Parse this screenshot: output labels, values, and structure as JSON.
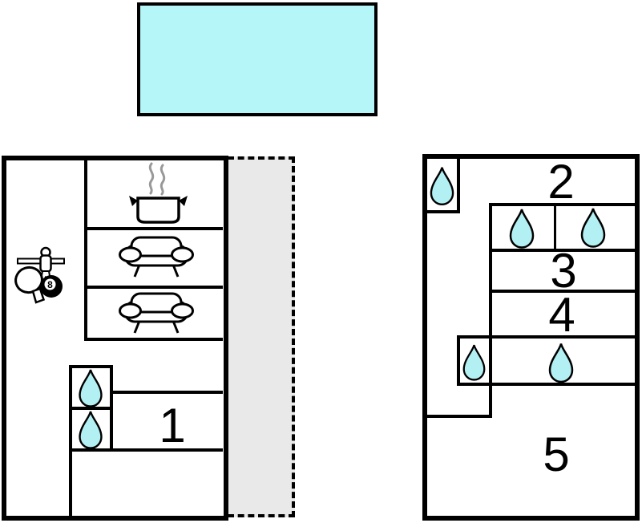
{
  "diagram": {
    "type": "floor-plan",
    "floors": 2
  },
  "colors": {
    "background": "#ffffff",
    "wall": "#000000",
    "pool": "#b5f7f9",
    "water": "#b3f0f4",
    "terrace_fill": "#e9e9e9",
    "steam": "#999999"
  },
  "rooms": {
    "r1": {
      "label": "1"
    },
    "r2": {
      "label": "2"
    },
    "r3": {
      "label": "3"
    },
    "r4": {
      "label": "4"
    },
    "r5": {
      "label": "5"
    }
  },
  "billiard_ball_text": "8",
  "icons": {
    "pool": "swimming-pool",
    "terrace": "terrace-dashed-area",
    "pot": "cooking-pot-icon",
    "sofa": "sofa-icon",
    "table_tennis": "table-tennis-paddle-icon",
    "foosball": "foosball-player-icon",
    "billiard": "billiard-8-ball-icon",
    "drop": "water-drop-icon"
  },
  "water_drop_count": 7,
  "sofa_count": 2
}
